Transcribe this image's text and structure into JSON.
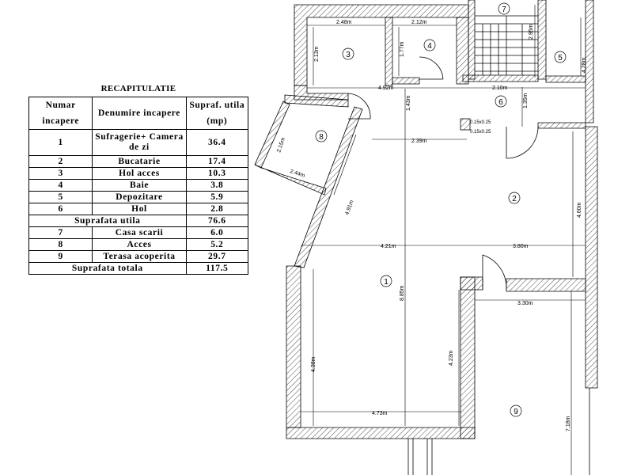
{
  "table": {
    "title": "RECAPITULATIE",
    "headers": [
      "Numar incapere",
      "Denumire incapere",
      "Supraf. utila (mp)"
    ],
    "rows": [
      {
        "nr": "1",
        "name": "Sufragerie+ Camera de zi",
        "area": "36.4"
      },
      {
        "nr": "2",
        "name": "Bucatarie",
        "area": "17.4"
      },
      {
        "nr": "3",
        "name": "Hol acces",
        "area": "10.3"
      },
      {
        "nr": "4",
        "name": "Baie",
        "area": "3.8"
      },
      {
        "nr": "5",
        "name": "Depozitare",
        "area": "5.9"
      },
      {
        "nr": "6",
        "name": "Hol",
        "area": "2.8"
      }
    ],
    "subtotal_label": "Suprafata utila",
    "subtotal_value": "76.6",
    "extra_rows": [
      {
        "nr": "7",
        "name": "Casa scarii",
        "area": "6.0"
      },
      {
        "nr": "8",
        "name": "Acces",
        "area": "5.2"
      },
      {
        "nr": "9",
        "name": "Terasa acoperita",
        "area": "29.7"
      }
    ],
    "total_label": "Suprafata totala",
    "total_value": "117.5"
  },
  "plan": {
    "room_numbers": [
      "1",
      "2",
      "3",
      "4",
      "5",
      "6",
      "7",
      "8",
      "9"
    ],
    "dimensions": {
      "d248": "2.48m",
      "d212": "2.12m",
      "d213": "2.13m",
      "d177": "1.77m",
      "d492": "4.92m",
      "d210": "2.10m",
      "d143": "1.43m",
      "d135": "1.35m",
      "d428": "4.28m",
      "d295": "2.95m",
      "d239": "2.39m",
      "d215": "2.15m",
      "d244": "2.44m",
      "d491": "4.91m",
      "d460": "4.60m",
      "d421": "4.21m",
      "d380": "3.80m",
      "d885": "8.85m",
      "d330": "3.30m",
      "d438": "4.38m",
      "d423": "4.23m",
      "d473": "4.73m",
      "d718": "7.18m"
    },
    "vents": [
      "0.15x0.25",
      "0.15x0.25"
    ]
  }
}
